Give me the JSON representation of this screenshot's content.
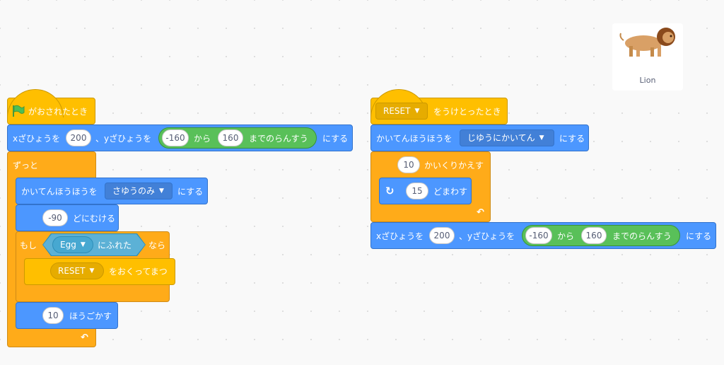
{
  "sprite": {
    "name": "Lion"
  },
  "script1": {
    "hat_label": "がおされたとき",
    "goto": {
      "x_label": "xざひょうを",
      "x_value": "200",
      "y_label": "、yざひょうを",
      "rand_from": "-160",
      "rand_kara": "から",
      "rand_to": "160",
      "rand_label": "までのらんすう",
      "suffix": "にする"
    },
    "forever_label": "ずっと",
    "rot_style": {
      "label": "かいてんほうほうを",
      "value": "さゆうのみ",
      "suffix": "にする"
    },
    "point": {
      "value": "-90",
      "label": "どにむける"
    },
    "if": {
      "label": "もし",
      "touch_value": "Egg",
      "touch_label": "にふれた",
      "then_label": "なら"
    },
    "broadcast": {
      "value": "RESET",
      "label": "をおくってまつ"
    },
    "move": {
      "value": "10",
      "label": "ほうごかす"
    }
  },
  "script2": {
    "hat_value": "RESET",
    "hat_label": "をうけとったとき",
    "rot_style": {
      "label": "かいてんほうほうを",
      "value": "じゆうにかいてん",
      "suffix": "にする"
    },
    "repeat": {
      "value": "10",
      "label": "かいくりかえす"
    },
    "turn": {
      "value": "15",
      "label": "どまわす"
    },
    "goto": {
      "x_label": "xざひょうを",
      "x_value": "200",
      "y_label": "、yざひょうを",
      "rand_from": "-160",
      "rand_kara": "から",
      "rand_to": "160",
      "rand_label": "までのらんすう",
      "suffix": "にする"
    }
  },
  "icons": {
    "flag": "green-flag-icon",
    "loop_arrow": "loop-arrow-icon",
    "turn_right": "turn-right-icon",
    "dropdown": "dropdown-caret-icon"
  },
  "colors": {
    "events": "#ffbf00",
    "control": "#ffab19",
    "motion": "#4c97ff",
    "sensing": "#5cb1d6",
    "operators": "#59c059"
  }
}
